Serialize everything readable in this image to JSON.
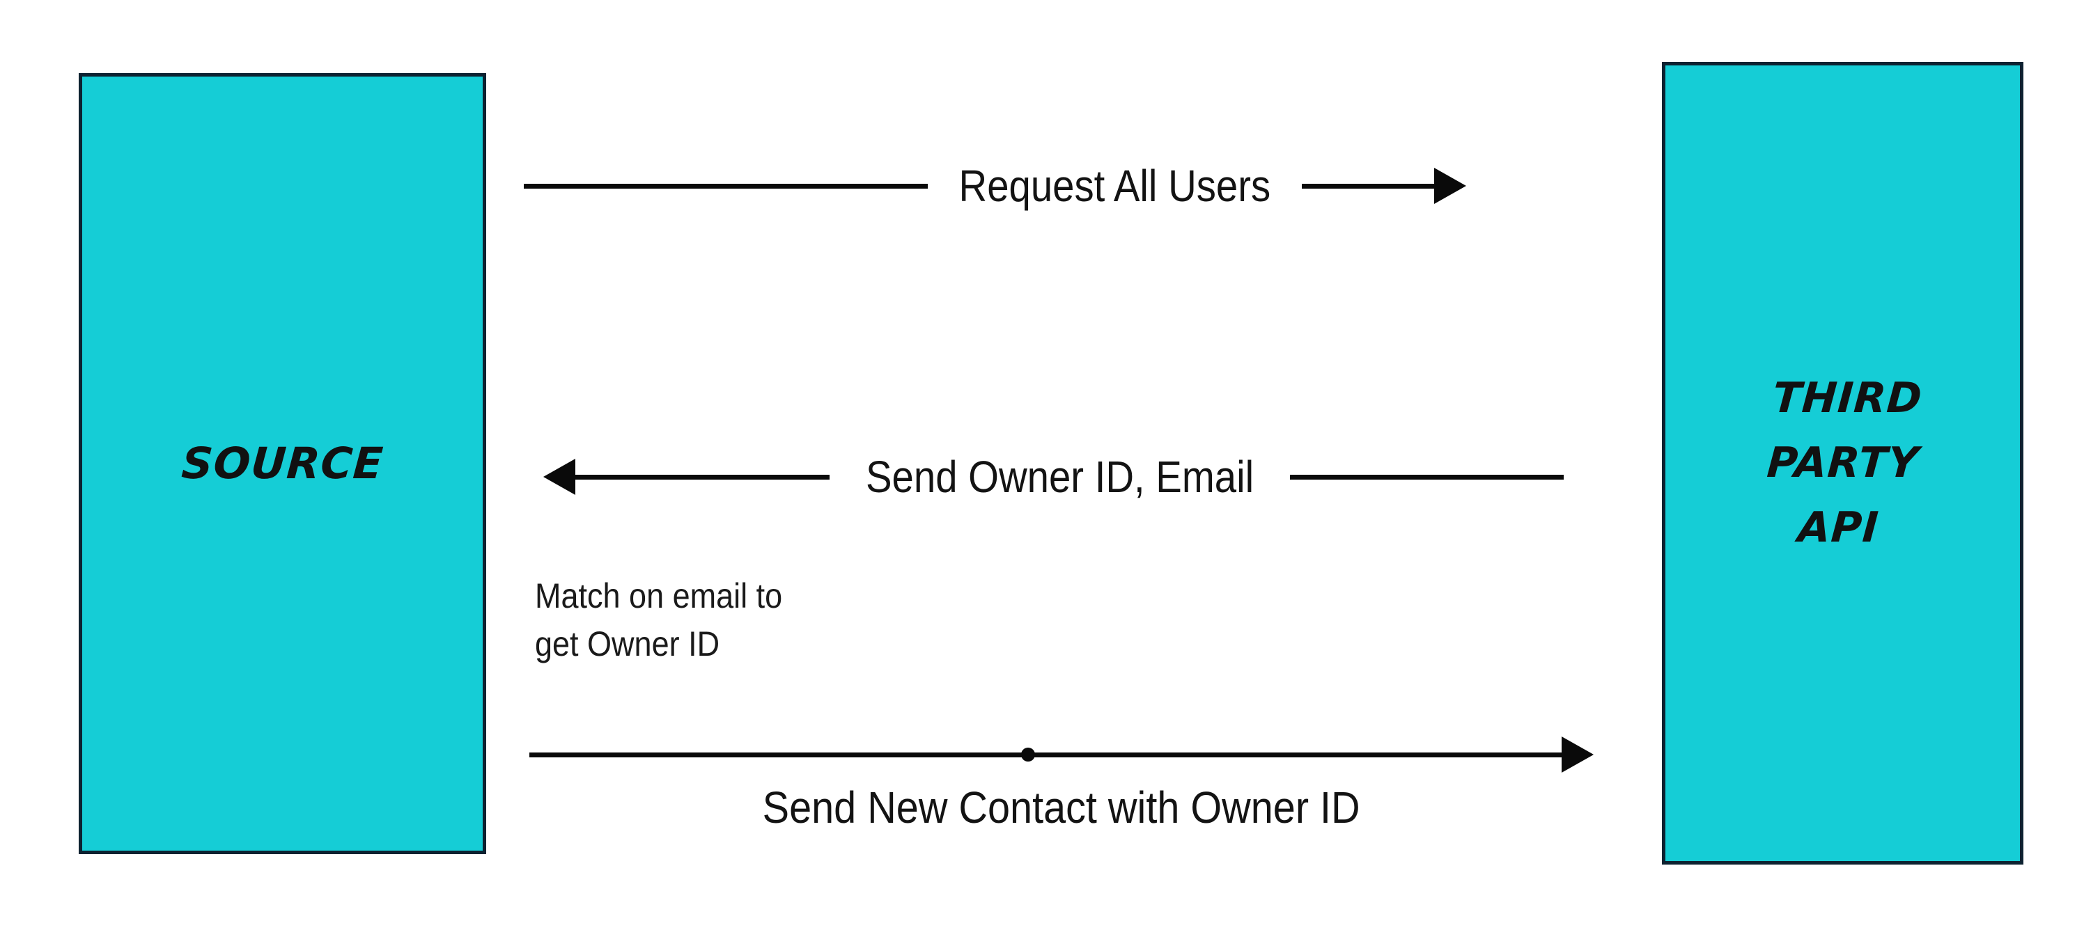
{
  "diagram": {
    "type": "sequence-diagram",
    "background_color": "#FFFFFF",
    "accent_color": "#15CDD6",
    "border_color": "#0D2231",
    "line_color": "#0A0A0A"
  },
  "nodes": {
    "source": {
      "lines": [
        "Source"
      ],
      "fill": "#15CDD6"
    },
    "third_party": {
      "lines": [
        "Third",
        "Party",
        "API"
      ],
      "fill": "#15CDD6"
    }
  },
  "messages": [
    {
      "id": "request-all-users",
      "label": "Request All Users",
      "direction": "right",
      "from": "source",
      "to": "third_party"
    },
    {
      "id": "send-owner-id-email",
      "label": "Send Owner ID, Email",
      "direction": "left",
      "from": "third_party",
      "to": "source"
    },
    {
      "id": "send-new-contact",
      "label": "Send New Contact with Owner ID",
      "direction": "right",
      "from": "source",
      "to": "third_party",
      "has_midpoint_marker": true
    }
  ],
  "notes": {
    "match": {
      "line1": "Match on email to",
      "line2": "get Owner ID"
    }
  }
}
